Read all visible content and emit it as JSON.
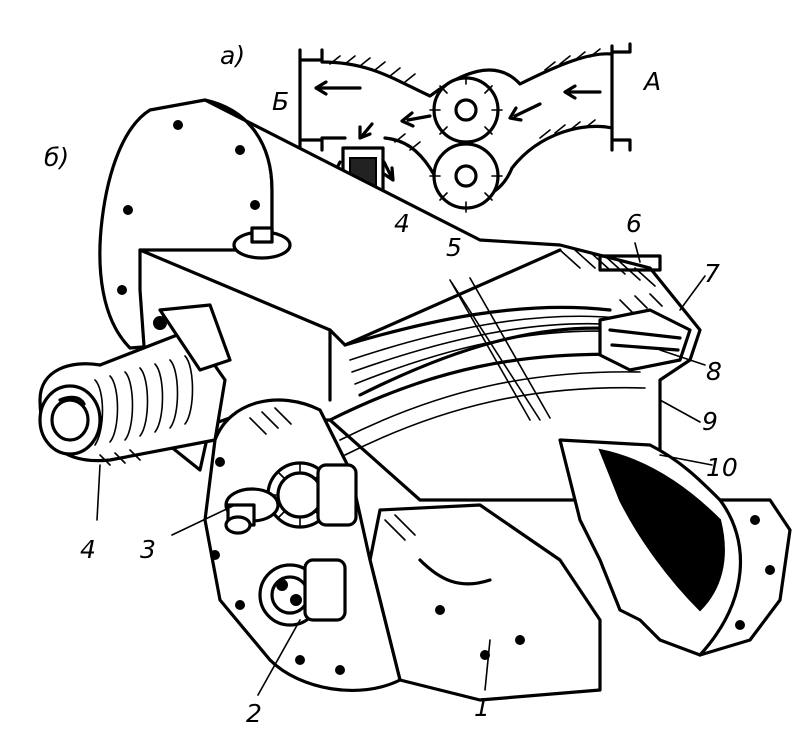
{
  "diagram": {
    "sub_labels": {
      "a": "а)",
      "b": "б)"
    },
    "flow_labels": {
      "inlet": "А",
      "outlet": "Б"
    },
    "part_labels": {
      "p1": "1",
      "p2": "2",
      "p3": "3",
      "p4_top": "4",
      "p4_left": "4",
      "p5": "5",
      "p6": "6",
      "p7": "7",
      "p8": "8",
      "p9": "9",
      "p10": "10"
    }
  }
}
